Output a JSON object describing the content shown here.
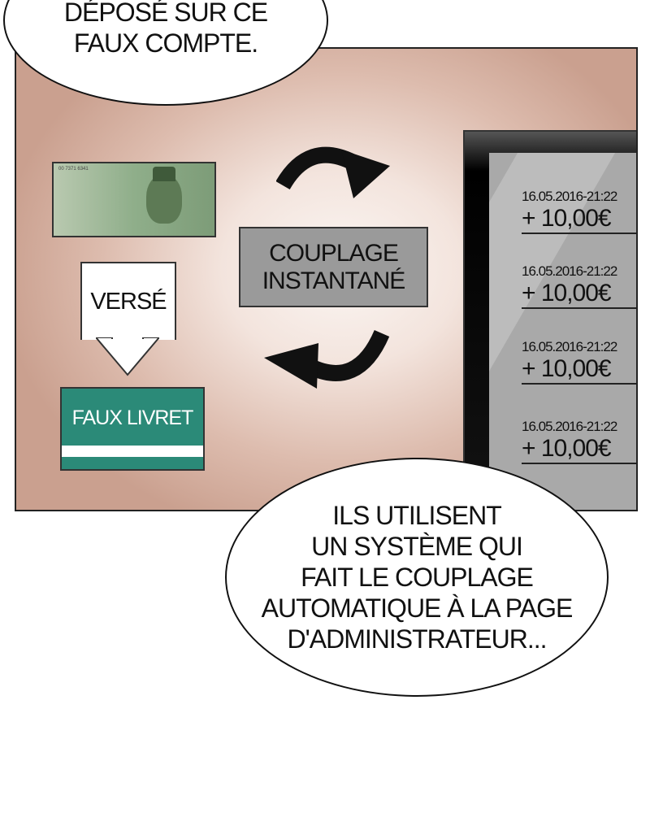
{
  "top_bubble": {
    "lines": [
      "DÉPOSÉ SUR CE",
      "FAUX COMPTE."
    ]
  },
  "diagram": {
    "banknote_serial": "00 7371 6341",
    "deposit_label": "VERSÉ",
    "fake_account_label": "FAUX LIVRET",
    "coupling_lines": [
      "COUPLAGE",
      "INSTANTANÉ"
    ],
    "fake_account_color": "#2b8a78"
  },
  "monitor": {
    "transactions": [
      {
        "date": "16.05.2016-21:22",
        "amount": "+ 10,00€"
      },
      {
        "date": "16.05.2016-21:22",
        "amount": "+ 10,00€"
      },
      {
        "date": "16.05.2016-21:22",
        "amount": "+ 10,00€"
      },
      {
        "date": "16.05.2016-21:22",
        "amount": "+ 10,00€"
      }
    ]
  },
  "bottom_bubble": {
    "lines": [
      "ILS UTILISENT",
      "UN SYSTÈME QUI",
      "FAIT LE COUPLAGE",
      "AUTOMATIQUE À LA PAGE",
      "D'ADMINISTRATEUR..."
    ]
  }
}
